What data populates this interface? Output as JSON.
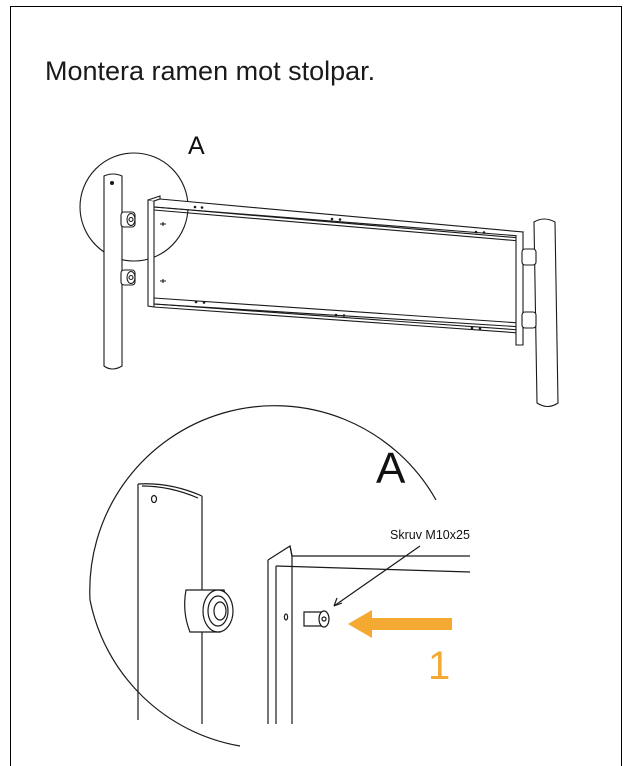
{
  "document": {
    "title": "Montera ramen mot stolpar.",
    "detail_label": "A",
    "detail_label_zoomed": "A",
    "screw_label": "Skruv M10x25",
    "step_number": "1"
  },
  "colors": {
    "line": "#1a1a1a",
    "accent_orange": "#f4a932"
  },
  "icons": {
    "assembly_overview": "frame-and-posts-illustration",
    "detail_zoom": "magnified-detail-circle",
    "arrow": "orange-direction-arrow"
  }
}
